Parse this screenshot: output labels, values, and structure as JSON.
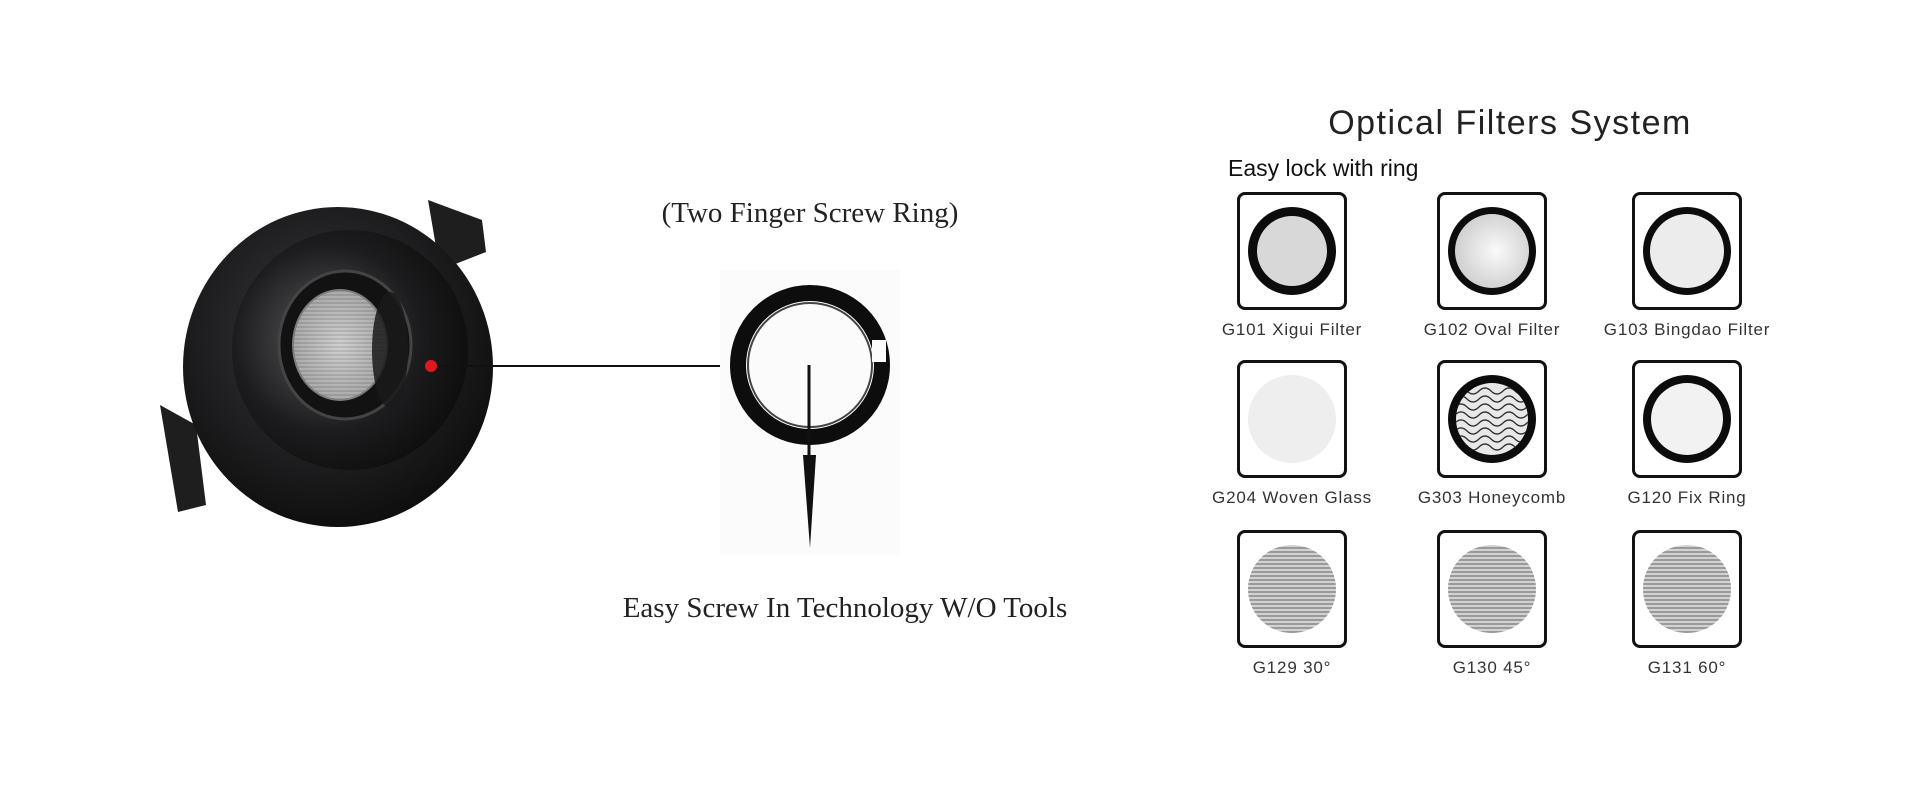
{
  "mount": {
    "ring_caption": "(Two Finger Screw Ring)",
    "screw_caption": "Easy Screw In Technology W/O Tools"
  },
  "filters": {
    "title": "Optical Filters System",
    "subtitle": "Easy lock with ring",
    "items": [
      {
        "label": "G101 Xigui Filter",
        "style": "solid-light"
      },
      {
        "label": "G102 Oval Filter",
        "style": "oval-frost"
      },
      {
        "label": "G103 Bingdao Filter",
        "style": "solid-pale"
      },
      {
        "label": "G204 Woven Glass",
        "style": "frosted-disc"
      },
      {
        "label": "G303 Honeycomb",
        "style": "honeycomb"
      },
      {
        "label": "G120 Fix Ring",
        "style": "ring-only"
      },
      {
        "label": "G129  30°",
        "style": "lens-lines"
      },
      {
        "label": "G130  45°",
        "style": "lens-lines"
      },
      {
        "label": "G131  60°",
        "style": "lens-lines"
      }
    ]
  },
  "colors": {
    "accent_dot": "#e0161e",
    "fixture": "#1b1b1d"
  }
}
